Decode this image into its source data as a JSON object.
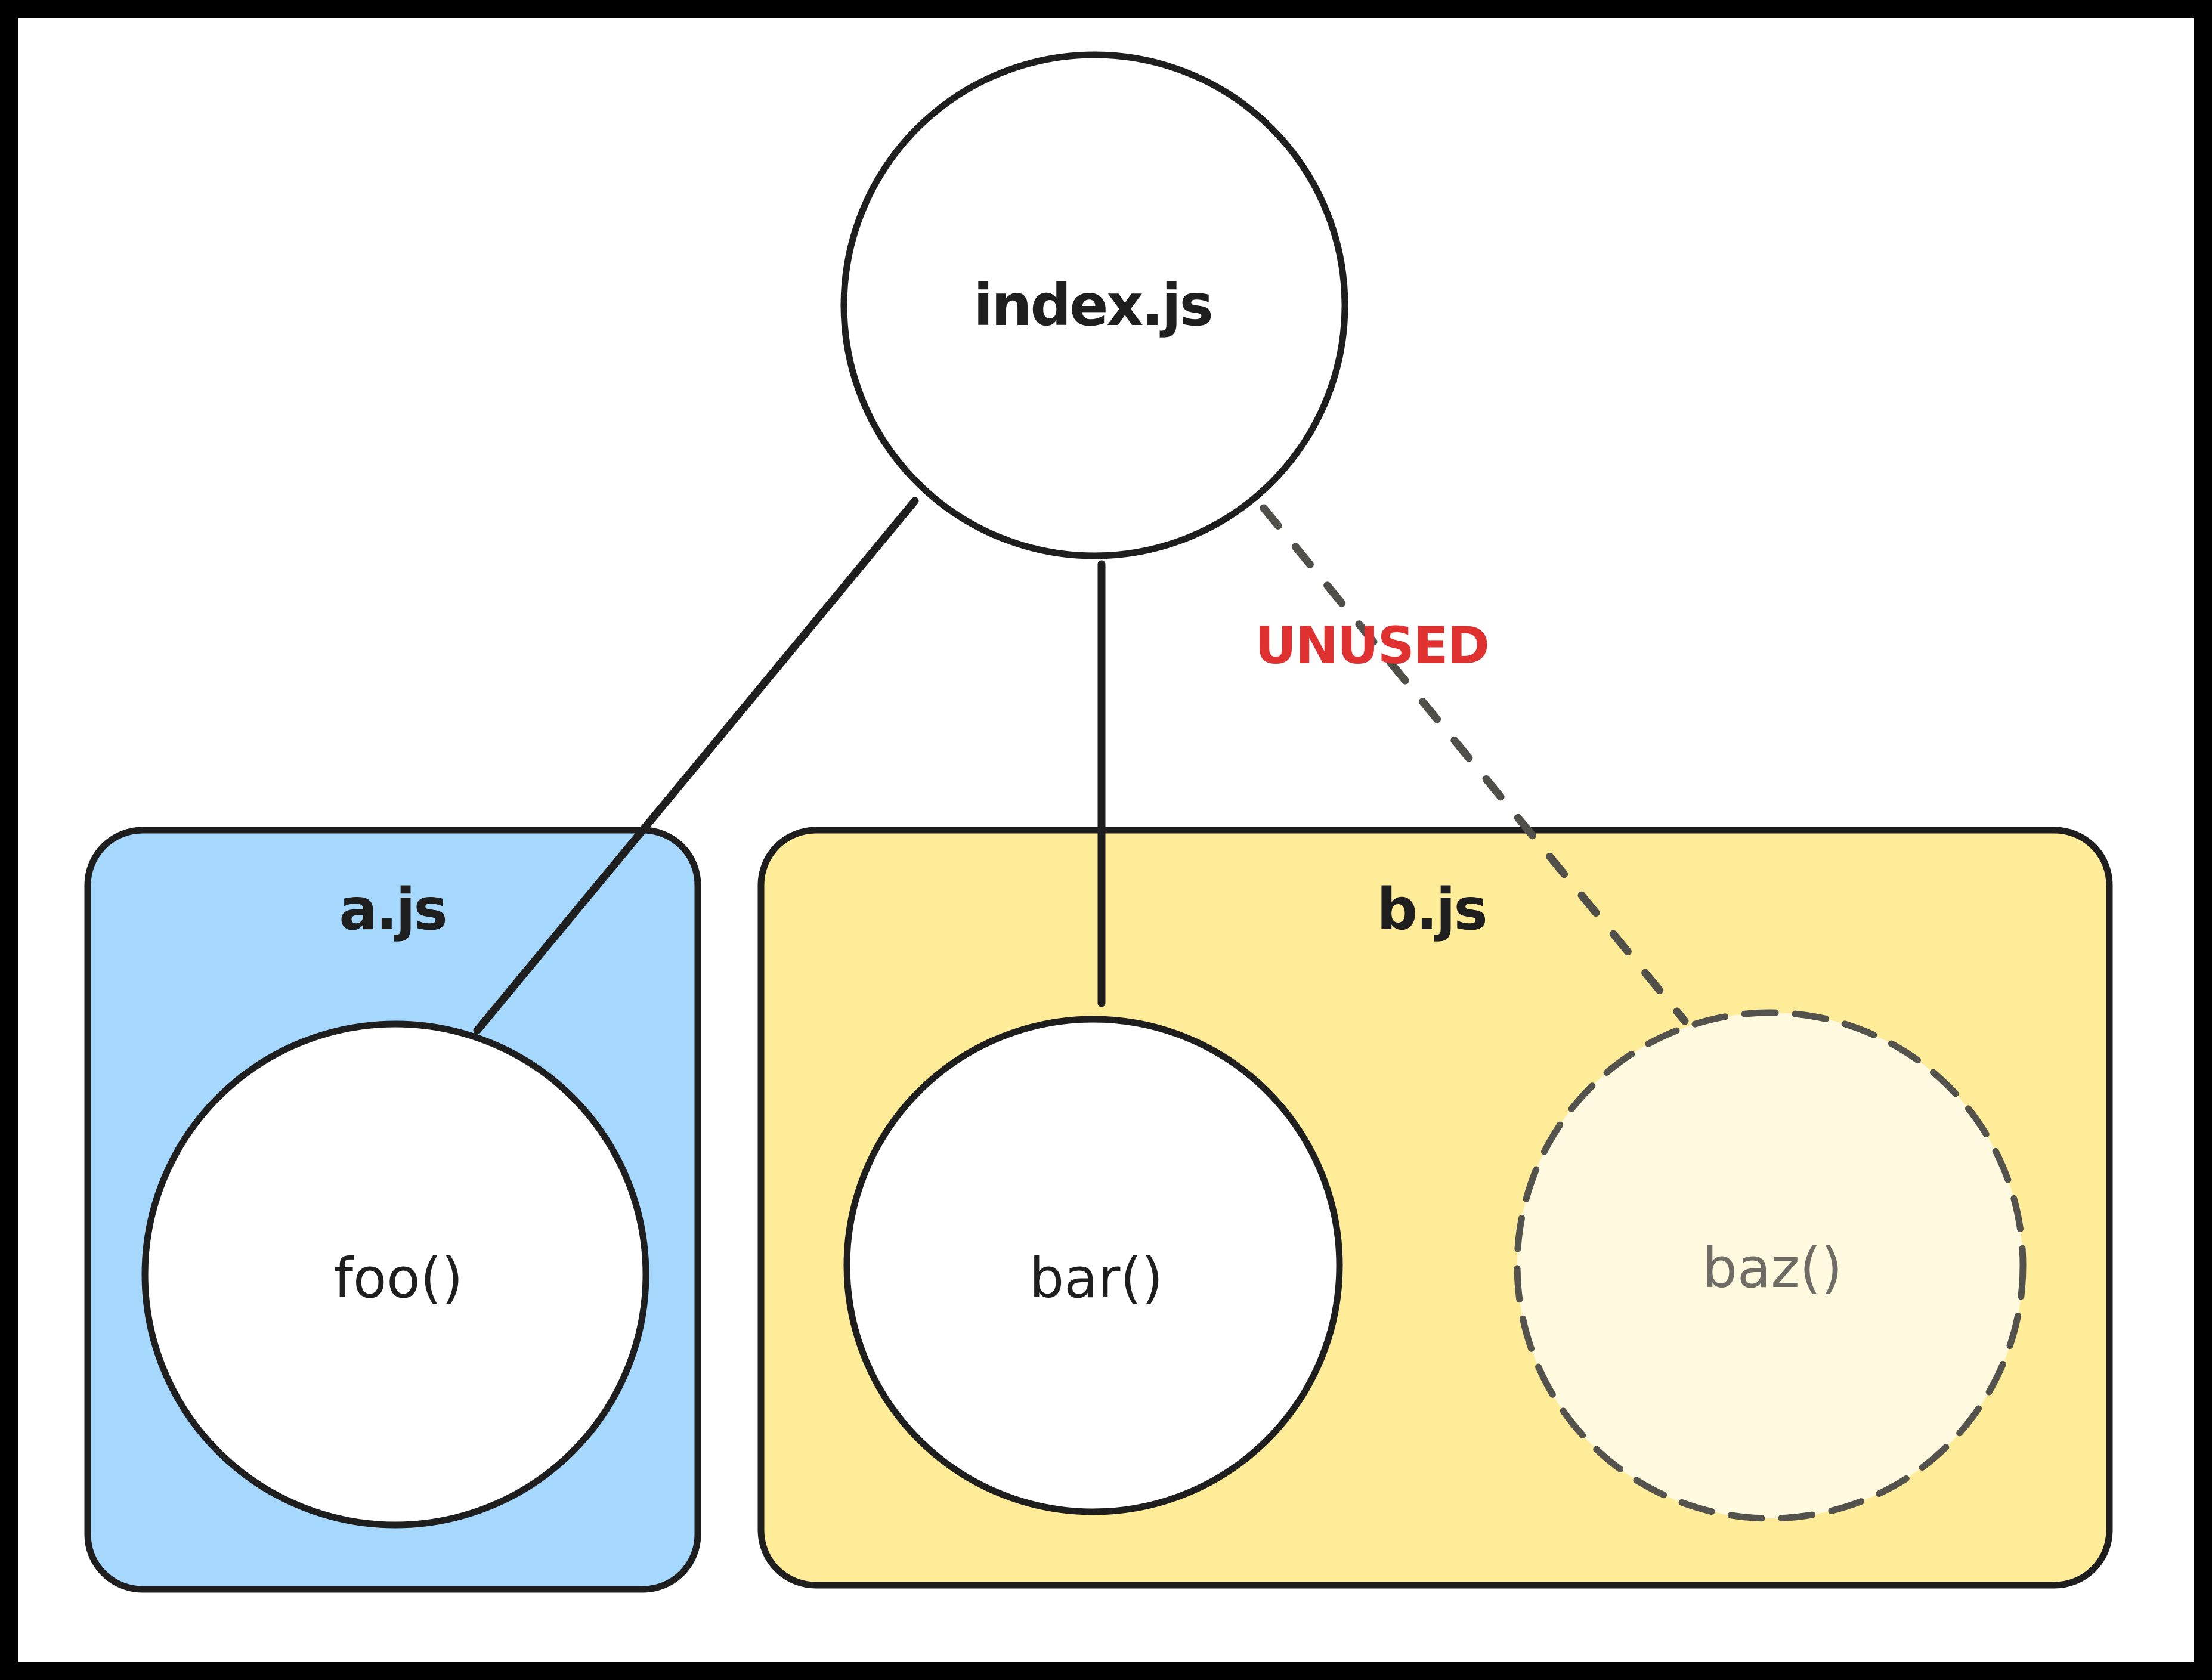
{
  "diagram": {
    "type": "module-dependency-graph",
    "entry_node": {
      "label": "index.js"
    },
    "unused_label": "UNUSED",
    "modules": [
      {
        "id": "a",
        "label": "a.js",
        "functions": [
          "foo()"
        ]
      },
      {
        "id": "b",
        "label": "b.js",
        "functions": [
          "bar()",
          "baz()"
        ]
      }
    ],
    "edges": [
      {
        "from": "index.js",
        "to": "a.js/foo()",
        "style": "solid",
        "status": "used"
      },
      {
        "from": "index.js",
        "to": "b.js/bar()",
        "style": "solid",
        "status": "used"
      },
      {
        "from": "index.js",
        "to": "b.js/baz()",
        "style": "dashed",
        "status": "unused",
        "label": "UNUSED"
      }
    ]
  },
  "colors": {
    "canvas_bg": "#FFFFFF",
    "frame": "#000000",
    "stroke": "#1E1E1E",
    "module_a_fill": "#A5D8FC",
    "module_b_fill": "#FFEC99",
    "unused_node_fill": "#FFF9DF",
    "unused_node_stroke": "#54524C",
    "dashed_edge_stroke": "#514F49",
    "unused_text": "#E03131",
    "unused_fn_text": "#6E6C64"
  }
}
